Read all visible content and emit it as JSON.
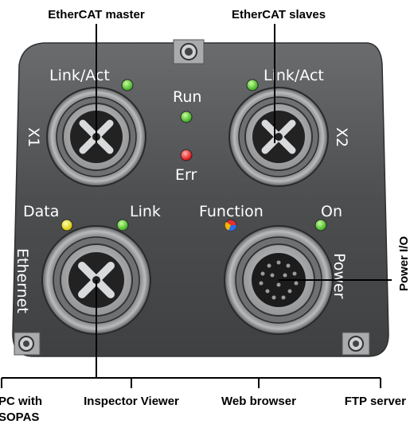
{
  "top_callouts": {
    "master": "EtherCAT master",
    "slaves": "EtherCAT slaves"
  },
  "side_callout": "Power I/O",
  "bottom_callouts": {
    "pc_line1": "PC with",
    "pc_line2": "SOPAS",
    "inspector": "Inspector Viewer",
    "browser": "Web browser",
    "ftp": "FTP server"
  },
  "device_labels": {
    "link_act_left": "Link/Act",
    "link_act_right": "Link/Act",
    "run": "Run",
    "err": "Err",
    "x1": "X1",
    "x2": "X2",
    "data": "Data",
    "link": "Link",
    "function": "Function",
    "on": "On",
    "ethernet": "Ethernet",
    "power": "Power"
  },
  "colors": {
    "housing": "#4a4c4e",
    "led_green": "#5fd03a",
    "led_yellow": "#f5e400",
    "led_red": "#ff2a2a"
  }
}
